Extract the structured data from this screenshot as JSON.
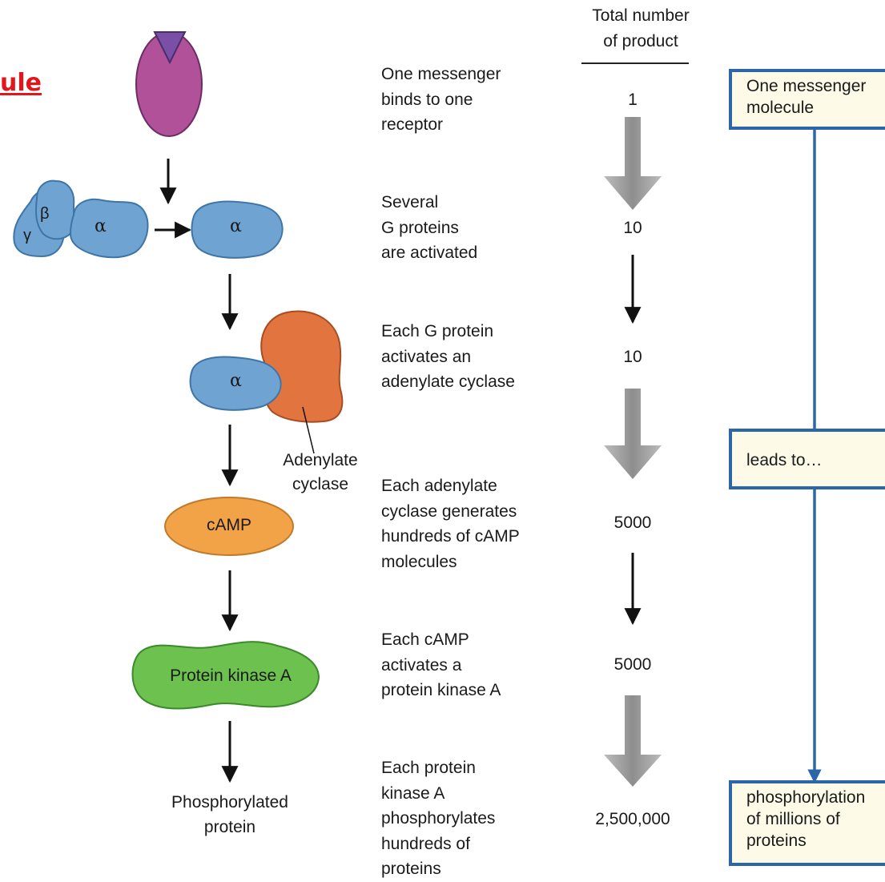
{
  "title_fragment": "ule",
  "column_header": "Total number\nof product",
  "steps": [
    {
      "description": "One messenger\nbinds to one\nreceptor",
      "count": "1"
    },
    {
      "description": "Several\nG proteins\nare activated",
      "count": "10"
    },
    {
      "description": "Each G protein\nactivates an\nadenylate cyclase",
      "count": "10"
    },
    {
      "description": "Each adenylate\ncyclase generates\nhundreds of cAMP\nmolecules",
      "count": "5000"
    },
    {
      "description": "Each cAMP\nactivates a\nprotein kinase A",
      "count": "5000"
    },
    {
      "description": "Each protein\nkinase A\nphosphorylates\nhundreds of\nproteins",
      "count": "2,500,000"
    }
  ],
  "molecules": {
    "beta": "β",
    "gamma": "γ",
    "alpha": "α",
    "adenylate_cyclase": "Adenylate\ncyclase",
    "camp": "cAMP",
    "pka": "Protein kinase A",
    "phosphorylated_protein": "Phosphorylated\nprotein"
  },
  "summary_boxes": [
    {
      "text": "One messenger\nmolecule"
    },
    {
      "text": "leads to…"
    },
    {
      "text": "phosphorylation\nof millions of\nproteins"
    }
  ],
  "colors": {
    "receptor": "#b0519a",
    "messenger": "#7a4fa6",
    "g_protein": "#6fa3d1",
    "adenylate_cyclase": "#e2743f",
    "camp": "#f2a247",
    "pka": "#6cc14f",
    "summary_line": "#2b66a8",
    "box_fill": "#fdfbe8",
    "title": "#e3161b",
    "gray_arrow": "#9a9a9a"
  }
}
